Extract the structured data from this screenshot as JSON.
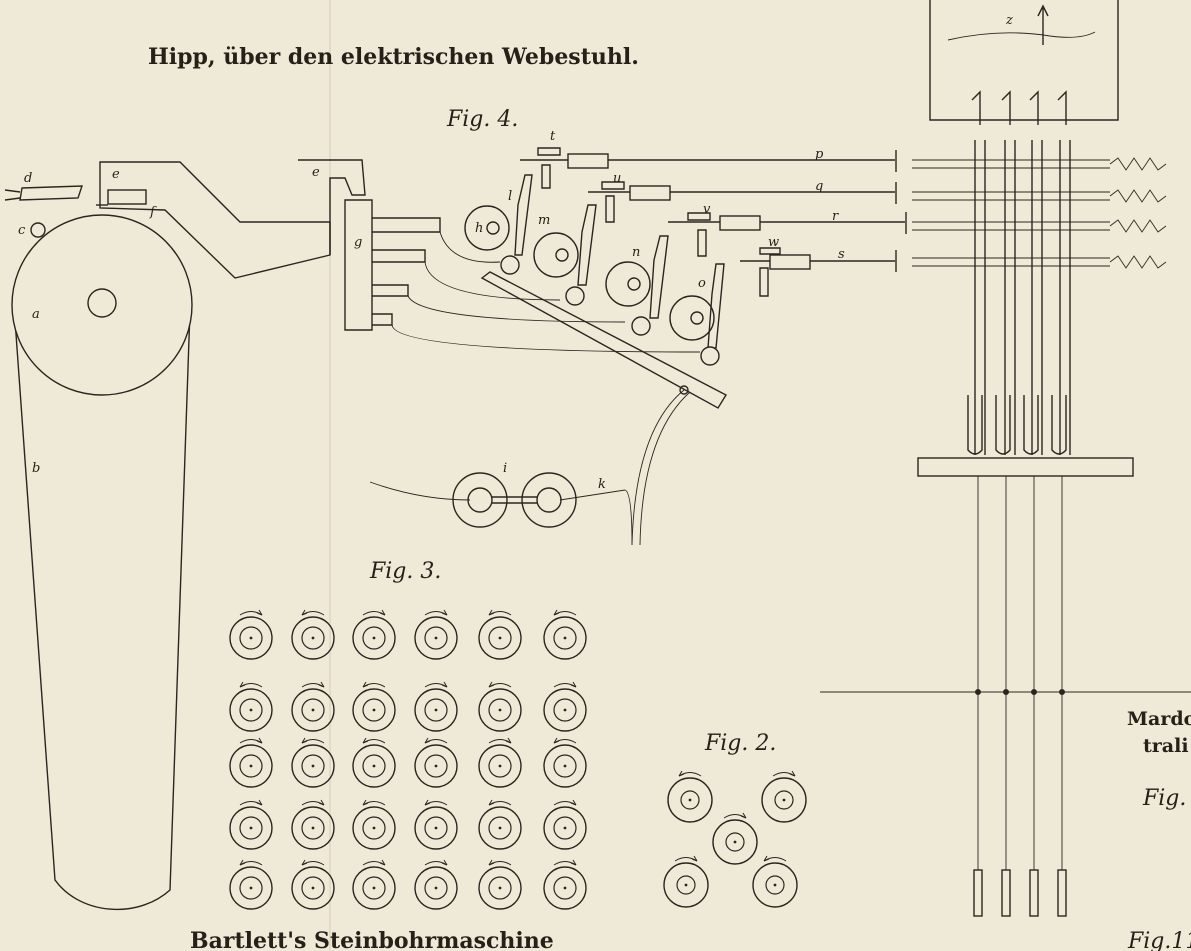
{
  "plate": {
    "title": "Hipp, über den elektrischen Webestuhl.",
    "bottom_caption": "Bartlett's Steinbohrmaschine",
    "right_caption_line1": "Mardo",
    "right_caption_line2": "trali",
    "right_fig_fragment": "Fig.",
    "right_bottom_fragment": "Fig.11"
  },
  "figures": {
    "fig4": "Fig. 4.",
    "fig3": "Fig. 3.",
    "fig2": "Fig. 2."
  },
  "labels": {
    "a": "a",
    "b": "b",
    "c": "c",
    "d": "d",
    "e": "e",
    "e2": "e",
    "f": "f",
    "g": "g",
    "h": "h",
    "i": "i",
    "k": "k",
    "l": "l",
    "m": "m",
    "n": "n",
    "o": "o",
    "p": "p",
    "q": "q",
    "r": "r",
    "s": "s",
    "t": "t",
    "u": "u",
    "v": "v",
    "w": "w",
    "z": "z"
  },
  "colors": {
    "paper": "#efead8",
    "ink": "#2b2520"
  }
}
